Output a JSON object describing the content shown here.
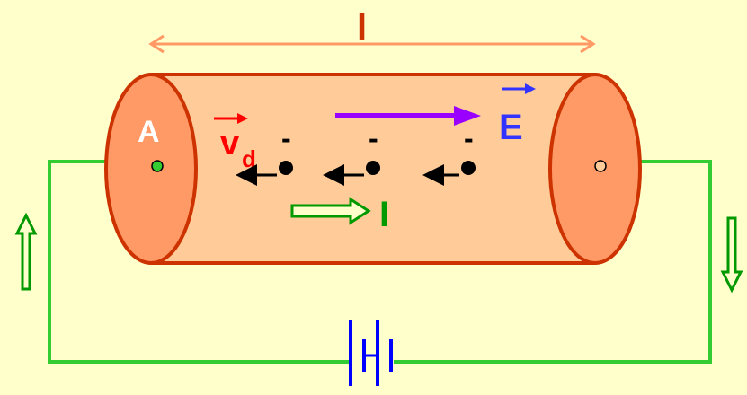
{
  "diagram": {
    "length_label": "l",
    "area_label": "A",
    "field_label": "E",
    "drift_velocity_label": "v",
    "drift_velocity_subscript": "d",
    "current_label": "I",
    "electron_charge_label": "-"
  },
  "colors": {
    "background": "#ffffcc",
    "conductor_fill": "#ffcc99",
    "conductor_end_fill": "#ff9966",
    "conductor_outline": "#cc3300",
    "wire": "#33cc33",
    "current_arrow": "#009900",
    "field_arrow": "#9900ff",
    "field_label": "#3333ff",
    "drift_label": "#ff0000",
    "battery": "#0000ff",
    "length_arrow": "#ff9966",
    "length_label": "#cc3300"
  }
}
